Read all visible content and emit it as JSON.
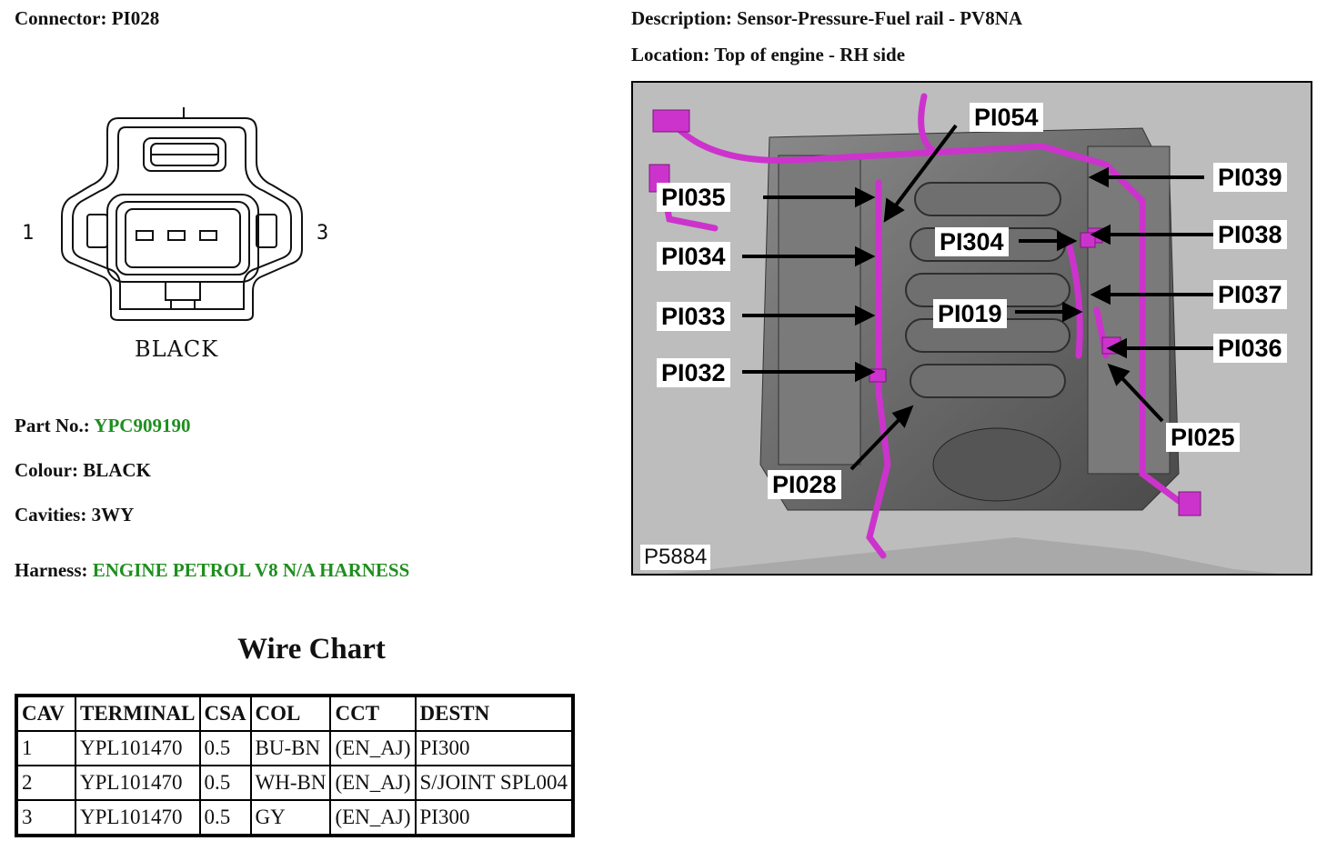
{
  "connector": {
    "label": "Connector:",
    "value": "PI028"
  },
  "description": {
    "label": "Description:",
    "value": "Sensor-Pressure-Fuel rail - PV8NA"
  },
  "location": {
    "label": "Location:",
    "value": "Top of engine - RH side"
  },
  "diagram": {
    "cavity_left": "1",
    "cavity_right": "3",
    "color_text": "BLACK"
  },
  "part_no": {
    "label": "Part No.:",
    "value": "YPC909190",
    "value_color": "#1e8f1e"
  },
  "colour": {
    "label": "Colour:",
    "value": "BLACK"
  },
  "cavities": {
    "label": "Cavities:",
    "value": "3WY"
  },
  "harness": {
    "label": "Harness:",
    "value": "ENGINE PETROL V8 N/A HARNESS",
    "value_color": "#1e8f1e"
  },
  "photo": {
    "code": "P5884",
    "harness_color": "#cc33cc",
    "callouts": [
      "PI054",
      "PI035",
      "PI034",
      "PI033",
      "PI032",
      "PI028",
      "PI039",
      "PI304",
      "PI038",
      "PI037",
      "PI019",
      "PI036",
      "PI025"
    ]
  },
  "wire_chart": {
    "title": "Wire Chart",
    "columns": [
      "CAV",
      "TERMINAL",
      "CSA",
      "COL",
      "CCT",
      "DESTN"
    ],
    "rows": [
      [
        "1",
        "YPL101470",
        "0.5",
        "BU-BN",
        "(EN_AJ)",
        "PI300"
      ],
      [
        "2",
        "YPL101470",
        "0.5",
        "WH-BN",
        "(EN_AJ)",
        "S/JOINT SPL004"
      ],
      [
        "3",
        "YPL101470",
        "0.5",
        "GY",
        "(EN_AJ)",
        "PI300"
      ]
    ]
  }
}
